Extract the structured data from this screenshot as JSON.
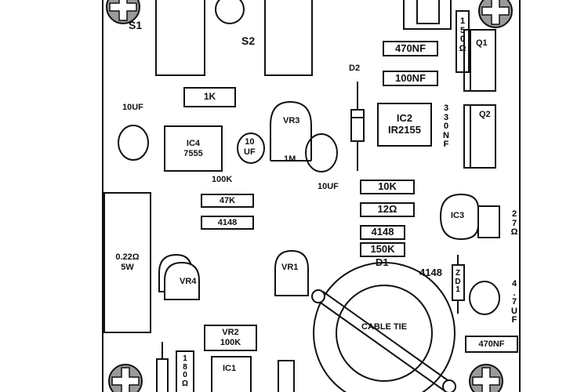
{
  "switches": {
    "s1": "S1",
    "s2": "S2"
  },
  "diodes": {
    "d1": "D1",
    "d2": "D2"
  },
  "capacitors": {
    "c_10uf_left": "10UF",
    "c_10uf_mid": "10UF",
    "c_10uf_small": "10\nUF",
    "c_470nf_top": "470NF",
    "c_100nf": "100NF",
    "c_330nf": "330NF",
    "c_470nf_bottom": "470NF",
    "c_4_7uf": "4.7UF"
  },
  "resistors": {
    "r_1k": "1K",
    "r_47k": "47K",
    "r_100k_label": "100K",
    "r_10k": "10K",
    "r_12ohm": "12Ω",
    "r_150k": "150K",
    "r_150ohm": "150Ω",
    "r_27ohm": "27Ω",
    "r_180ohm": "180Ω",
    "r_022ohm_5w": "0.22Ω\n5W"
  },
  "diode_parts": {
    "d_4148_left": "4148",
    "d_4148_mid": "4148",
    "d_4148_right": "4148",
    "zener": "ZD1"
  },
  "ics": {
    "ic1": "IC1",
    "ic2": "IC2\nIR2155",
    "ic3": "IC3",
    "ic4": "IC4\n7555"
  },
  "transistors": {
    "q1": "Q1",
    "q2": "Q2"
  },
  "pots": {
    "vr1": "VR1",
    "vr2": "VR2\n100K",
    "vr3": "VR3",
    "vr3_value": "1M",
    "vr4": "VR4"
  },
  "misc": {
    "cable_tie": "CABLE TIE"
  }
}
